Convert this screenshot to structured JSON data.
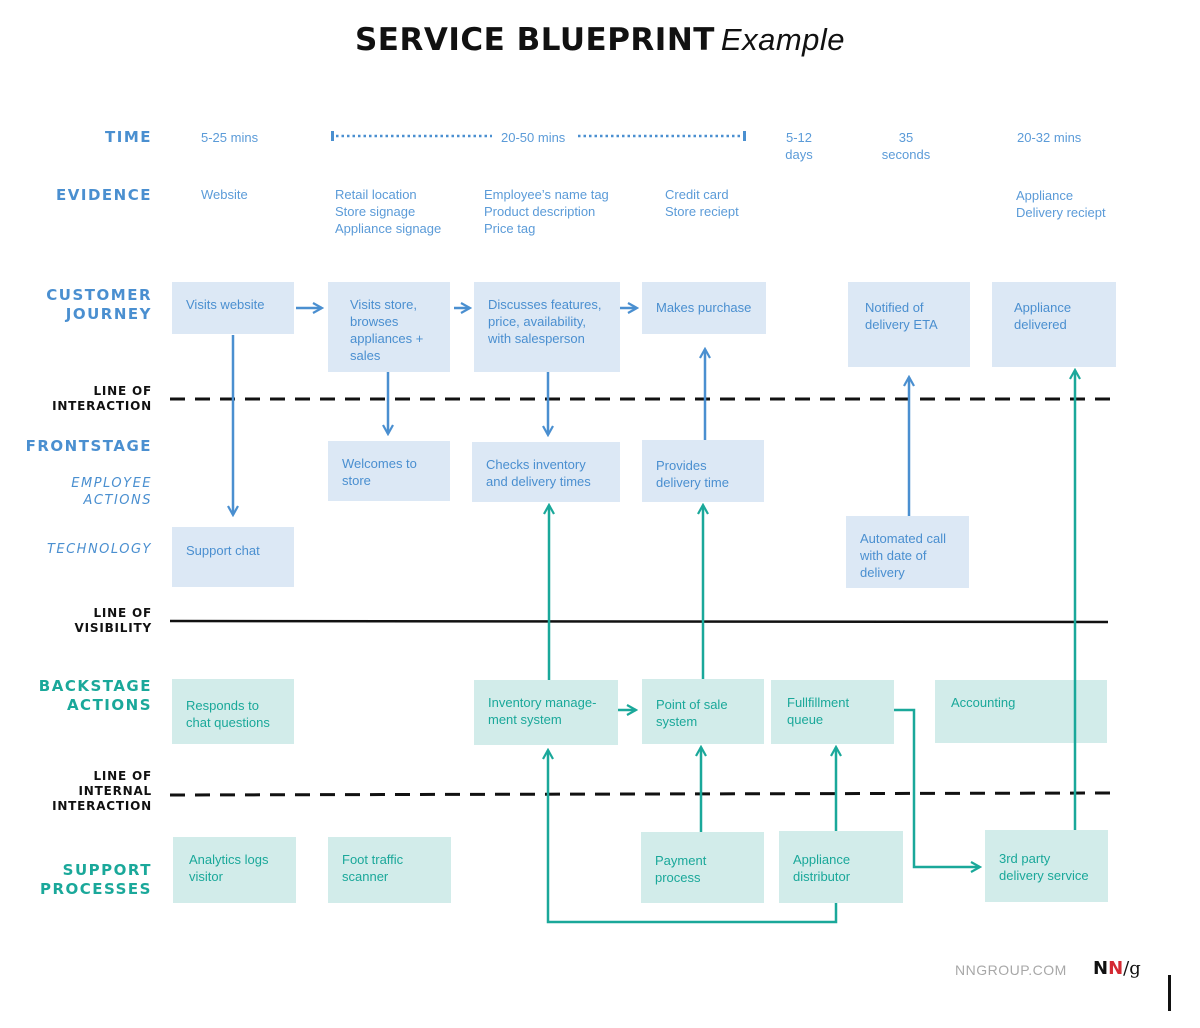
{
  "title": {
    "bold": "SERVICE BLUEPRINT",
    "italic": "Example"
  },
  "colors": {
    "frontstage_blue": "#4a8fd0",
    "backstage_teal": "#1aa89a",
    "box_blue_bg": "#dce8f5",
    "box_teal_bg": "#d2ecea",
    "line_black": "#111111",
    "logo_red": "#d42a33"
  },
  "rows": {
    "time": "TIME",
    "evidence": "EVIDENCE",
    "customer_journey": [
      "CUSTOMER",
      "JOURNEY"
    ],
    "line_of_interaction": [
      "LINE OF",
      "INTERACTION"
    ],
    "frontstage": "FRONTSTAGE",
    "employee_actions": [
      "EMPLOYEE",
      "ACTIONS"
    ],
    "technology": "TECHNOLOGY",
    "line_of_visibility": [
      "LINE OF",
      "VISIBILITY"
    ],
    "backstage_actions": [
      "BACKSTAGE",
      "ACTIONS"
    ],
    "line_of_internal_interaction": [
      "LINE OF",
      "INTERNAL",
      "INTERACTION"
    ],
    "support_processes": [
      "SUPPORT",
      "PROCESSES"
    ]
  },
  "time": {
    "col1": "5-25 mins",
    "span": "20-50 mins",
    "col4": [
      "5-12",
      "days"
    ],
    "col5": [
      "35",
      "seconds"
    ],
    "col6": "20-32 mins"
  },
  "evidence": {
    "col1": [
      "Website"
    ],
    "col2": [
      "Retail location",
      "Store signage",
      "Appliance signage"
    ],
    "col3": [
      "Employee’s name tag",
      "Product description",
      "Price tag"
    ],
    "col4": [
      "Credit card",
      "Store reciept"
    ],
    "col6": [
      "Appliance",
      "Delivery reciept"
    ]
  },
  "customer_journey": [
    "Visits website",
    "Visits store, browses appliances + sales",
    "Discusses features, price, availability, with salesperson",
    "Makes purchase",
    "Notified of delivery ETA",
    "Appliance delivered"
  ],
  "employee_actions": [
    "Welcomes to store",
    "Checks inventory and delivery times",
    "Provides delivery time"
  ],
  "technology": [
    "Support chat",
    "Automated call with date of delivery"
  ],
  "backstage_actions": [
    "Responds to chat questions",
    "Inventory manage-ment system",
    "Point of sale system",
    "Fullfillment queue",
    "Accounting"
  ],
  "support_processes": [
    "Analytics logs visitor",
    "Foot traffic scanner",
    "Payment process",
    "Appliance distributor",
    "3rd party delivery service"
  ],
  "footer": {
    "site": "NNGROUP.COM",
    "logo_n1": "N",
    "logo_n2": "N",
    "logo_rest": "/g"
  }
}
